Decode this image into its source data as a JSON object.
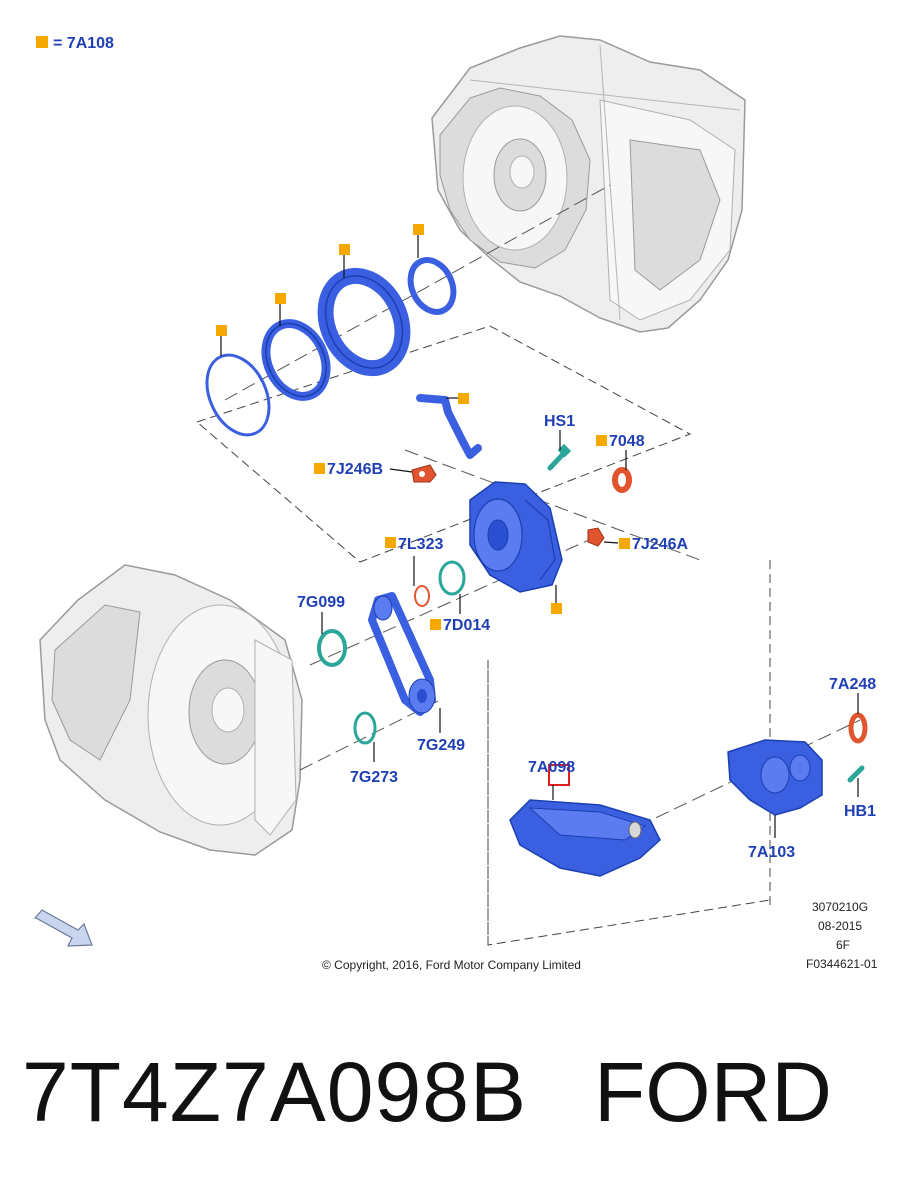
{
  "legend": {
    "text": "= 7A108",
    "marker_color": "#f5a800"
  },
  "labels": {
    "hs1": "HS1",
    "p7048": "7048",
    "p7j246b": "7J246B",
    "p7j246a": "7J246A",
    "p7l323": "7L323",
    "p7g099": "7G099",
    "p7d014": "7D014",
    "p7g249": "7G249",
    "p7g273": "7G273",
    "p7a098": "7A098",
    "p7a248": "7A248",
    "hb1": "HB1",
    "p7a103": "7A103"
  },
  "meta": {
    "code": "3070210G",
    "date": "08-2015",
    "model": "6F",
    "ref": "F0344621-01"
  },
  "copyright": "© Copyright, 2016, Ford Motor Company Limited",
  "footer": {
    "part_number": "7T4Z7A098B",
    "brand": "FORD"
  },
  "colors": {
    "label_blue": "#1f3fb5",
    "part_blue": "#3a5fe0",
    "seal_orange": "#e0552e",
    "ring_teal": "#2aa69a",
    "marker_orange": "#f5a800",
    "highlight_red": "#e02020"
  }
}
